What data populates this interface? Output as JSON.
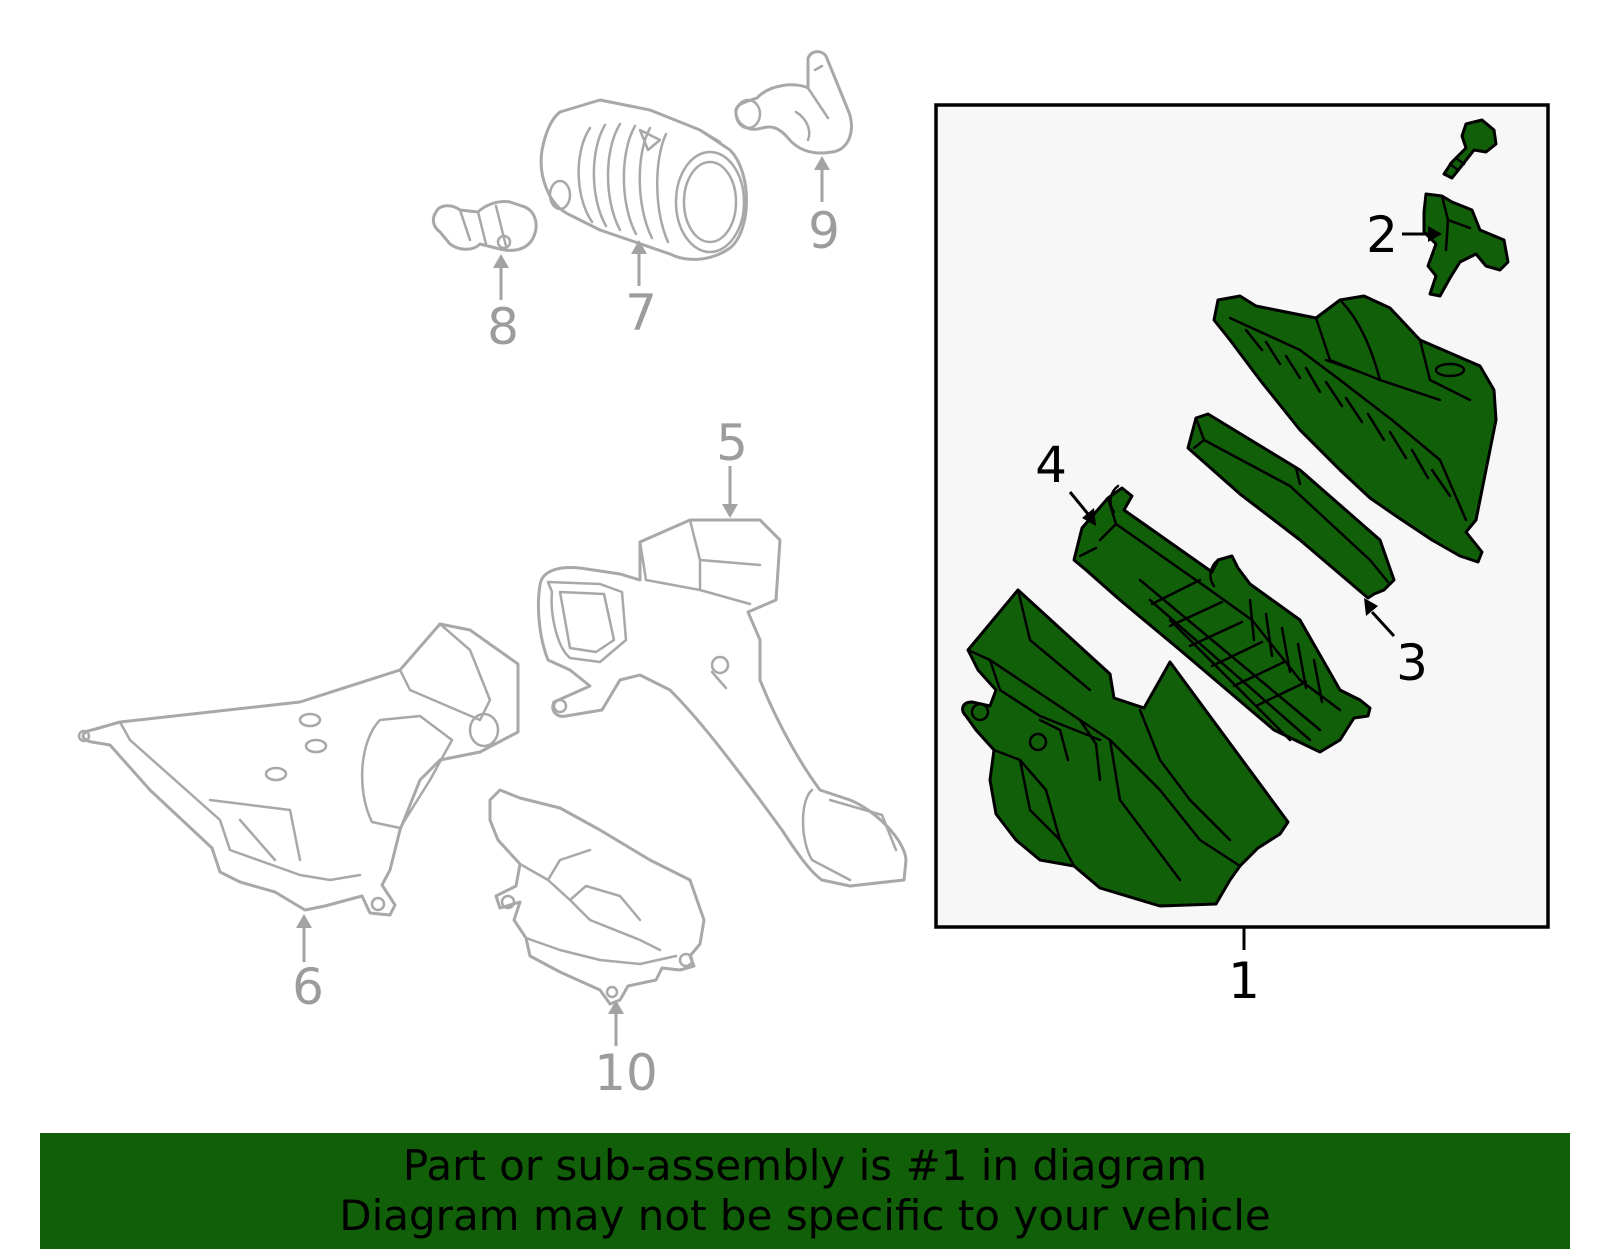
{
  "callouts": {
    "c1": "1",
    "c2": "2",
    "c3": "3",
    "c4": "4",
    "c5": "5",
    "c6": "6",
    "c7": "7",
    "c8": "8",
    "c9": "9",
    "c10": "10"
  },
  "banner": {
    "line1": "Part or sub-assembly is #1 in diagram",
    "line2": "Diagram may not be specific to your vehicle"
  },
  "colors": {
    "highlight_green": "#125f09",
    "inactive_grey": "#a8a8a8",
    "box_background": "#f7f7f7"
  }
}
